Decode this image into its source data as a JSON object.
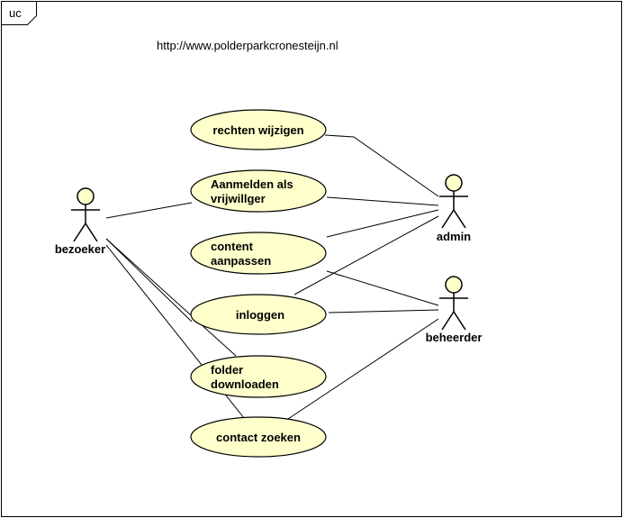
{
  "frame": {
    "tag": "uc"
  },
  "subject_url": "http://www.polderparkcronesteijn.nl",
  "actors": [
    {
      "id": "bezoeker",
      "label": "bezoeker"
    },
    {
      "id": "admin",
      "label": "admin"
    },
    {
      "id": "beheerder",
      "label": "beheerder"
    }
  ],
  "use_cases": [
    {
      "id": "rechten",
      "lines": [
        "rechten wijzigen"
      ]
    },
    {
      "id": "aanmelden",
      "lines": [
        "Aanmelden als",
        "vrijwillger"
      ]
    },
    {
      "id": "content",
      "lines": [
        "content",
        "aanpassen"
      ]
    },
    {
      "id": "inloggen",
      "lines": [
        "inloggen"
      ]
    },
    {
      "id": "folder",
      "lines": [
        "folder",
        "downloaden"
      ]
    },
    {
      "id": "contact",
      "lines": [
        "contact zoeken"
      ]
    }
  ],
  "associations": [
    {
      "actor": "bezoeker",
      "use_case": "aanmelden"
    },
    {
      "actor": "bezoeker",
      "use_case": "inloggen"
    },
    {
      "actor": "bezoeker",
      "use_case": "folder"
    },
    {
      "actor": "bezoeker",
      "use_case": "contact"
    },
    {
      "actor": "admin",
      "use_case": "rechten"
    },
    {
      "actor": "admin",
      "use_case": "aanmelden"
    },
    {
      "actor": "admin",
      "use_case": "content"
    },
    {
      "actor": "admin",
      "use_case": "inloggen"
    },
    {
      "actor": "beheerder",
      "use_case": "content"
    },
    {
      "actor": "beheerder",
      "use_case": "inloggen"
    },
    {
      "actor": "beheerder",
      "use_case": "contact"
    }
  ],
  "colors": {
    "use_case_fill": "#ffffcc",
    "actor_head_fill": "#ffffcc",
    "stroke": "#000000",
    "background": "#ffffff"
  }
}
